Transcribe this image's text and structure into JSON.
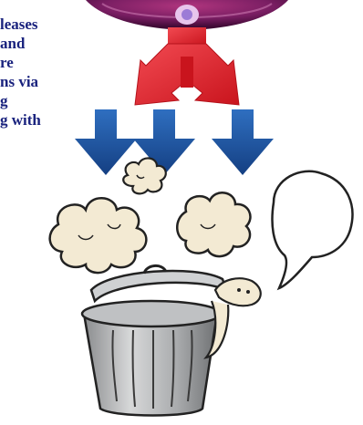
{
  "caption": {
    "lines": [
      "leases",
      "and",
      "re",
      "ns via",
      "g",
      "g with"
    ]
  },
  "colors": {
    "text": "#1a237e",
    "arrow_red": "#e8202a",
    "arrow_blue": "#1e5aa8",
    "sphere": "#7a1e63",
    "nucleus": "#9c7bd6"
  },
  "icons": [
    "sphere-icon",
    "split-arrow-icon",
    "down-arrow-icon",
    "puff-icon",
    "trash-can-icon",
    "speech-bubble-icon"
  ]
}
